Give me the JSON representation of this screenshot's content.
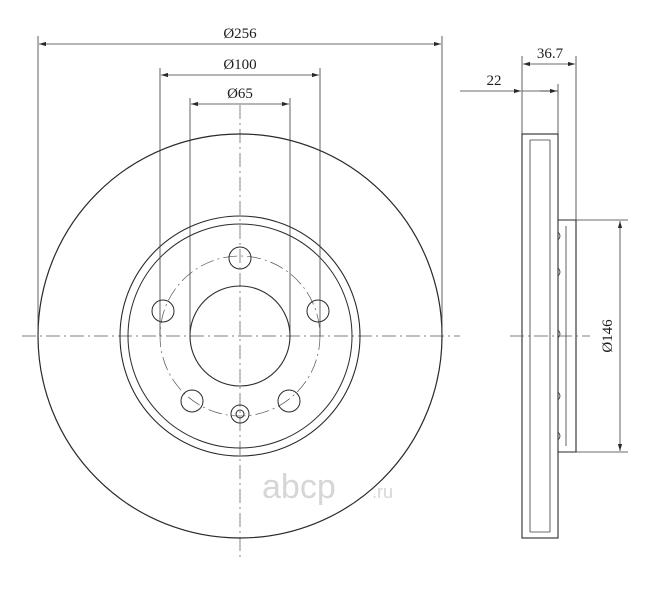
{
  "dimensions": {
    "outer_diameter": "Ø256",
    "bolt_circle": "Ø100",
    "center_bore": "Ø65",
    "total_height": "36.7",
    "disc_thickness": "22",
    "hub_diameter": "Ø146"
  },
  "watermark": {
    "brand": "abcp",
    "domain": ".ru"
  }
}
